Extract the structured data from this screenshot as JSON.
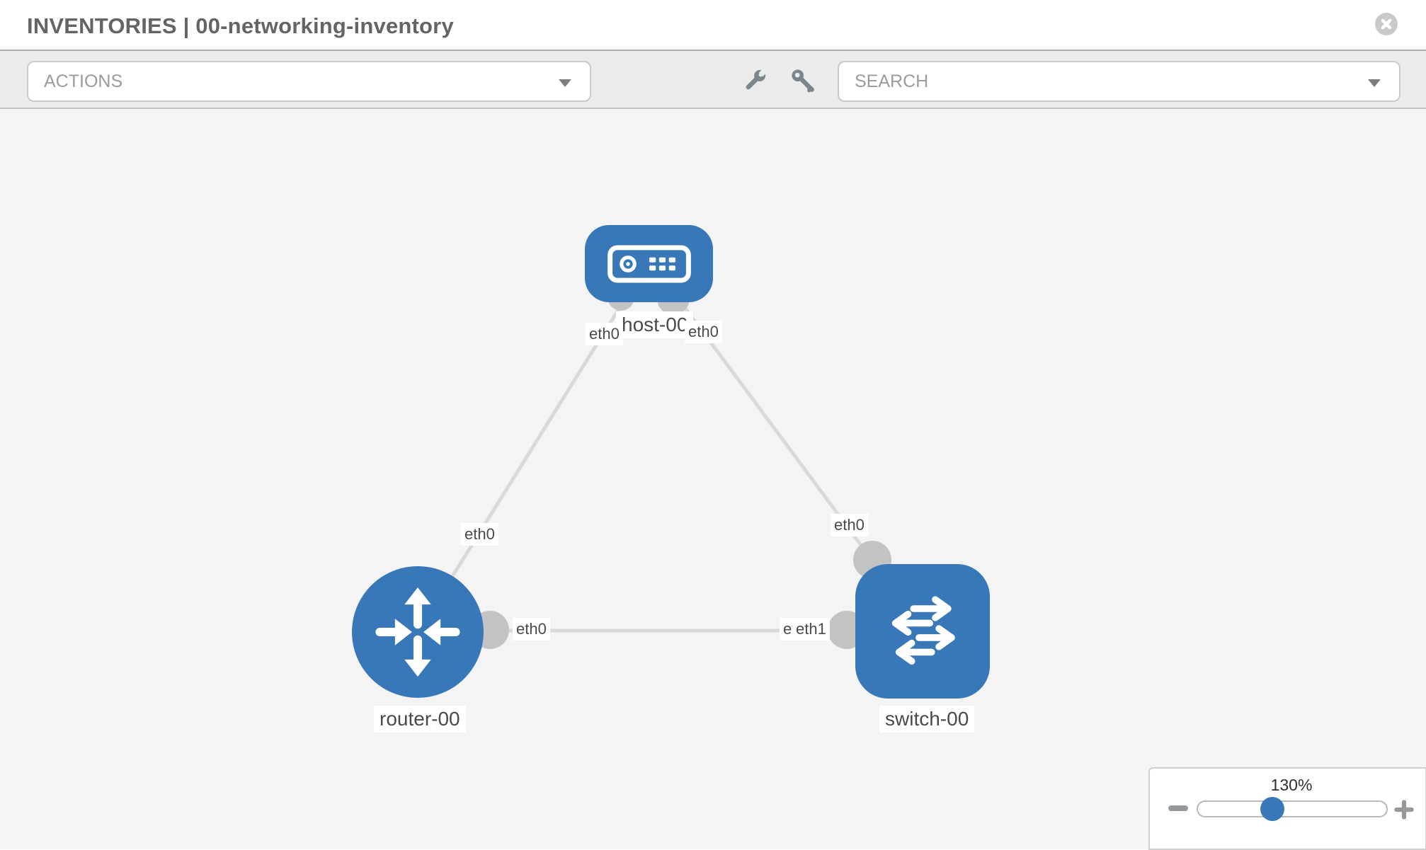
{
  "header": {
    "title": "INVENTORIES | 00-networking-inventory"
  },
  "toolbar": {
    "actions": {
      "label": "ACTIONS"
    },
    "search": {
      "label": "SEARCH"
    },
    "icons": [
      "wrench-icon",
      "key-icon"
    ]
  },
  "topology": {
    "nodes": [
      {
        "id": "host-00",
        "type": "host",
        "label": "host-00"
      },
      {
        "id": "router-00",
        "type": "router",
        "label": "router-00"
      },
      {
        "id": "switch-00",
        "type": "switch",
        "label": "switch-00"
      }
    ],
    "links": [
      {
        "from": "host-00",
        "to": "router-00",
        "from_interface": "eth0",
        "to_interface": "eth0"
      },
      {
        "from": "host-00",
        "to": "switch-00",
        "from_interface": "eth0",
        "to_interface": "eth0"
      },
      {
        "from": "router-00",
        "to": "switch-00",
        "from_interface": "eth0",
        "to_interface": "eth1",
        "to_interface_hidden": "eth0"
      }
    ]
  },
  "zoom_control": {
    "level": "130%"
  },
  "colors": {
    "node_blue": "#3878b8",
    "link_gray": "#d9d9d9",
    "connector_gray": "#c3c3c3",
    "canvas_bg": "#f4f4f4",
    "toolbar_bg": "#ebebeb"
  }
}
